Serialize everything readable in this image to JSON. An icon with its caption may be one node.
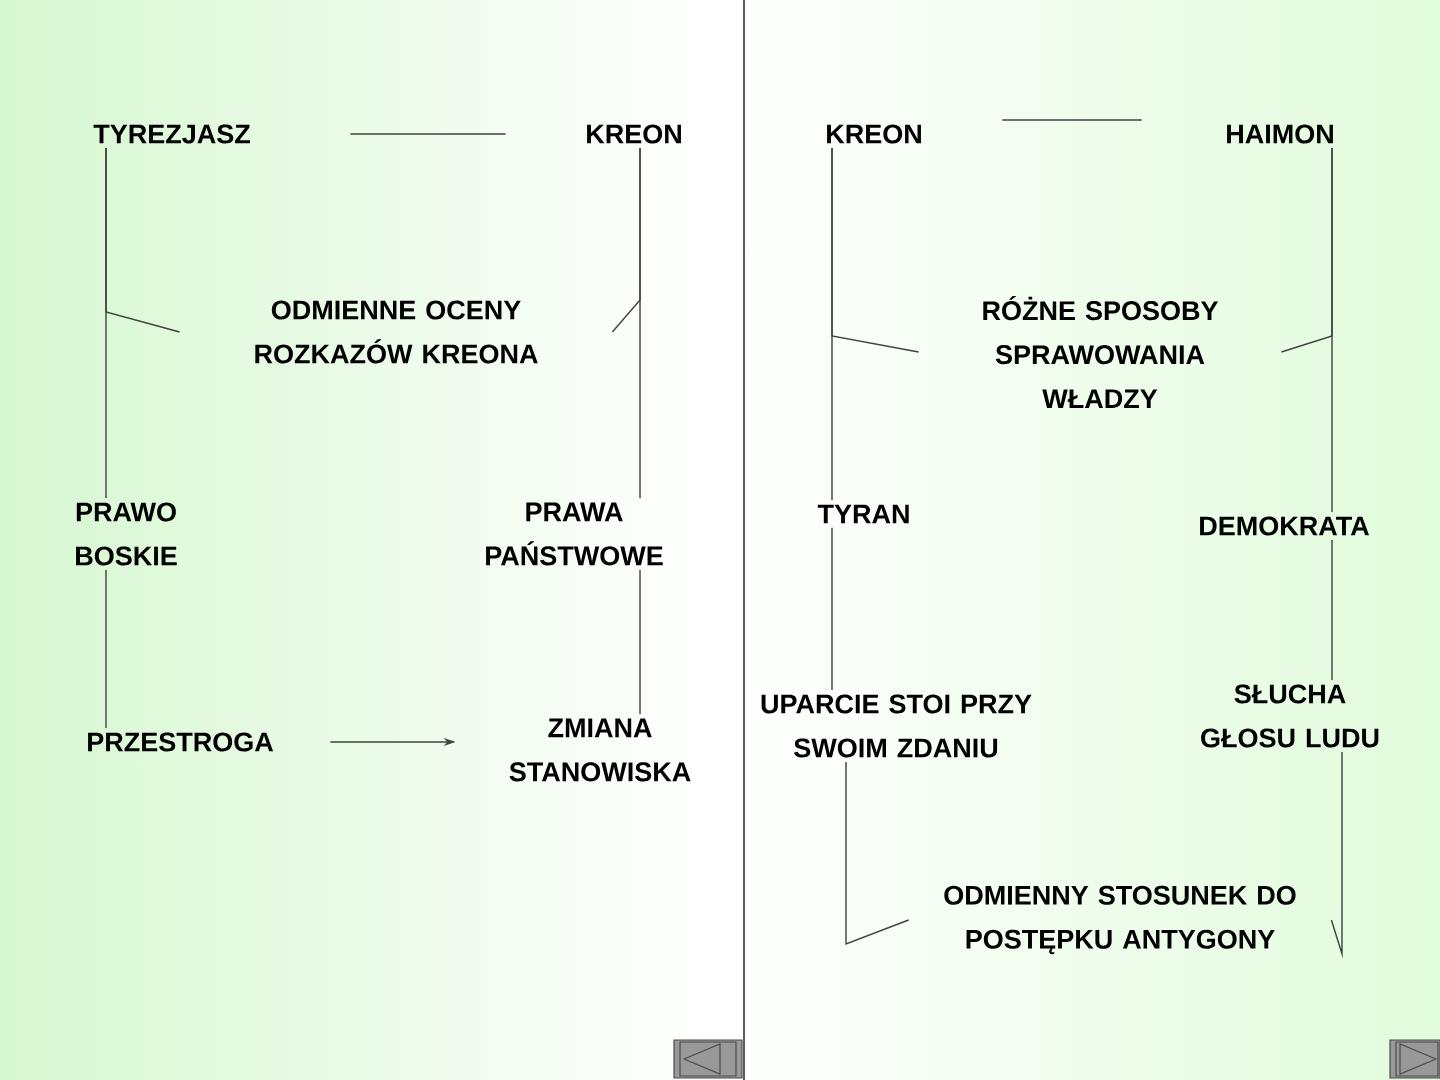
{
  "diagram": {
    "nodes": [
      {
        "text": [
          "TYREZJASZ"
        ]
      },
      {
        "text": [
          "KREON"
        ]
      },
      {
        "text": [
          "ODMIENNE OCENY ROZKAZÓW KREONA"
        ]
      },
      {
        "text": [
          "PRAWO BOSKIE"
        ]
      },
      {
        "text": [
          "PRAWA PAŃSTWOWE"
        ]
      },
      {
        "text": [
          "PRZESTROGA"
        ]
      },
      {
        "text": [
          "ZMIANA STANOWISKA"
        ]
      },
      {
        "text": [
          "KREON"
        ]
      },
      {
        "text": [
          "HAIMON"
        ]
      },
      {
        "text": [
          "RÓŻNE SPOSOBY SPRAWOWANIA WŁADZY"
        ]
      },
      {
        "text": [
          "TYRAN"
        ]
      },
      {
        "text": [
          "DEMOKRATA"
        ]
      },
      {
        "text": [
          "UPARCIE STOI PRZY SWOIM ZDANIU"
        ]
      },
      {
        "text": [
          "SŁUCHA GŁOSU LUDU"
        ]
      },
      {
        "text": [
          "ODMIENNY STOSUNEK DO POSTĘPKU ANTYGONY"
        ]
      }
    ],
    "edges": [
      {
        "from": 0,
        "to": 1,
        "arrow": "none"
      },
      {
        "from": 0,
        "to": 3,
        "arrow": "none"
      },
      {
        "from": 0,
        "to": 2,
        "arrow": "none"
      },
      {
        "from": 1,
        "to": 4,
        "arrow": "none"
      },
      {
        "from": 1,
        "to": 2,
        "arrow": "none"
      },
      {
        "from": 3,
        "to": 5,
        "arrow": "none"
      },
      {
        "from": 4,
        "to": 6,
        "arrow": "none"
      },
      {
        "from": 5,
        "to": 6,
        "arrow": "to"
      },
      {
        "from": 7,
        "to": 8,
        "arrow": "none"
      },
      {
        "from": 7,
        "to": 10,
        "arrow": "none"
      },
      {
        "from": 7,
        "to": 9,
        "arrow": "none"
      },
      {
        "from": 8,
        "to": 11,
        "arrow": "none"
      },
      {
        "from": 8,
        "to": 9,
        "arrow": "none"
      },
      {
        "from": 10,
        "to": 12,
        "arrow": "none"
      },
      {
        "from": 11,
        "to": 13,
        "arrow": "none"
      },
      {
        "from": 12,
        "to": 14,
        "arrow": "none"
      },
      {
        "from": 13,
        "to": 14,
        "arrow": "none"
      }
    ]
  }
}
